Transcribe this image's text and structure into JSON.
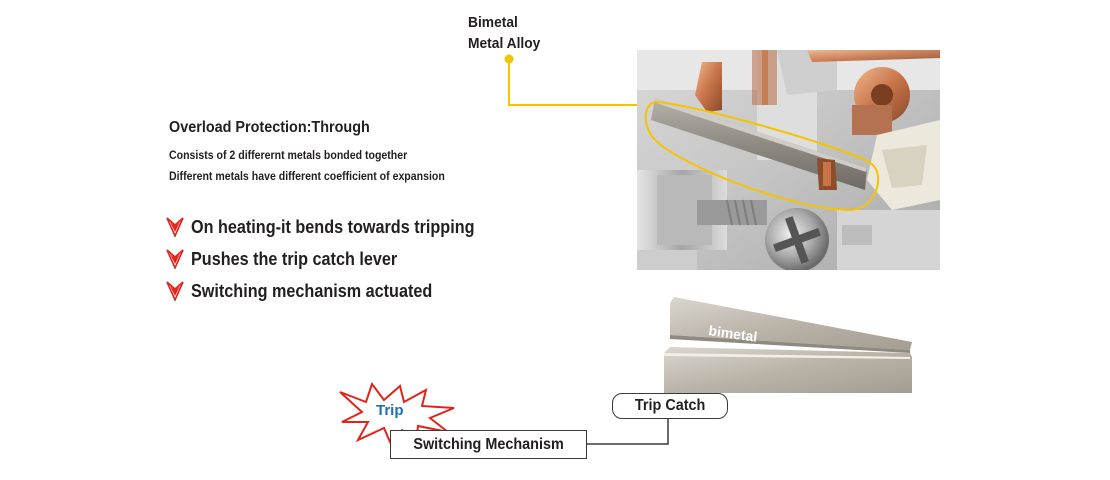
{
  "callout": {
    "line1": "Bimetal",
    "line2": "Metal Alloy",
    "line_color": "#f5c400"
  },
  "overload": {
    "title": "Overload Protection:Through",
    "desc1": "Consists of 2 differernt metals bonded together",
    "desc2": "Different metals have different coefficient of expansion"
  },
  "bullets": [
    {
      "text": "On heating-it bends towards tripping",
      "icon": "red-chevron-arrow-icon"
    },
    {
      "text": "Pushes the trip catch lever",
      "icon": "red-chevron-arrow-icon"
    },
    {
      "text": "Switching mechanism actuated",
      "icon": "red-chevron-arrow-icon"
    }
  ],
  "strip_label": "bimetal",
  "trip_catch": "Trip Catch",
  "switching": "Switching Mechanism",
  "trip_burst": "Trip",
  "colors": {
    "accent_red": "#e2231a",
    "trip_blue": "#1f6fb7",
    "callout_yellow": "#f5c400"
  }
}
